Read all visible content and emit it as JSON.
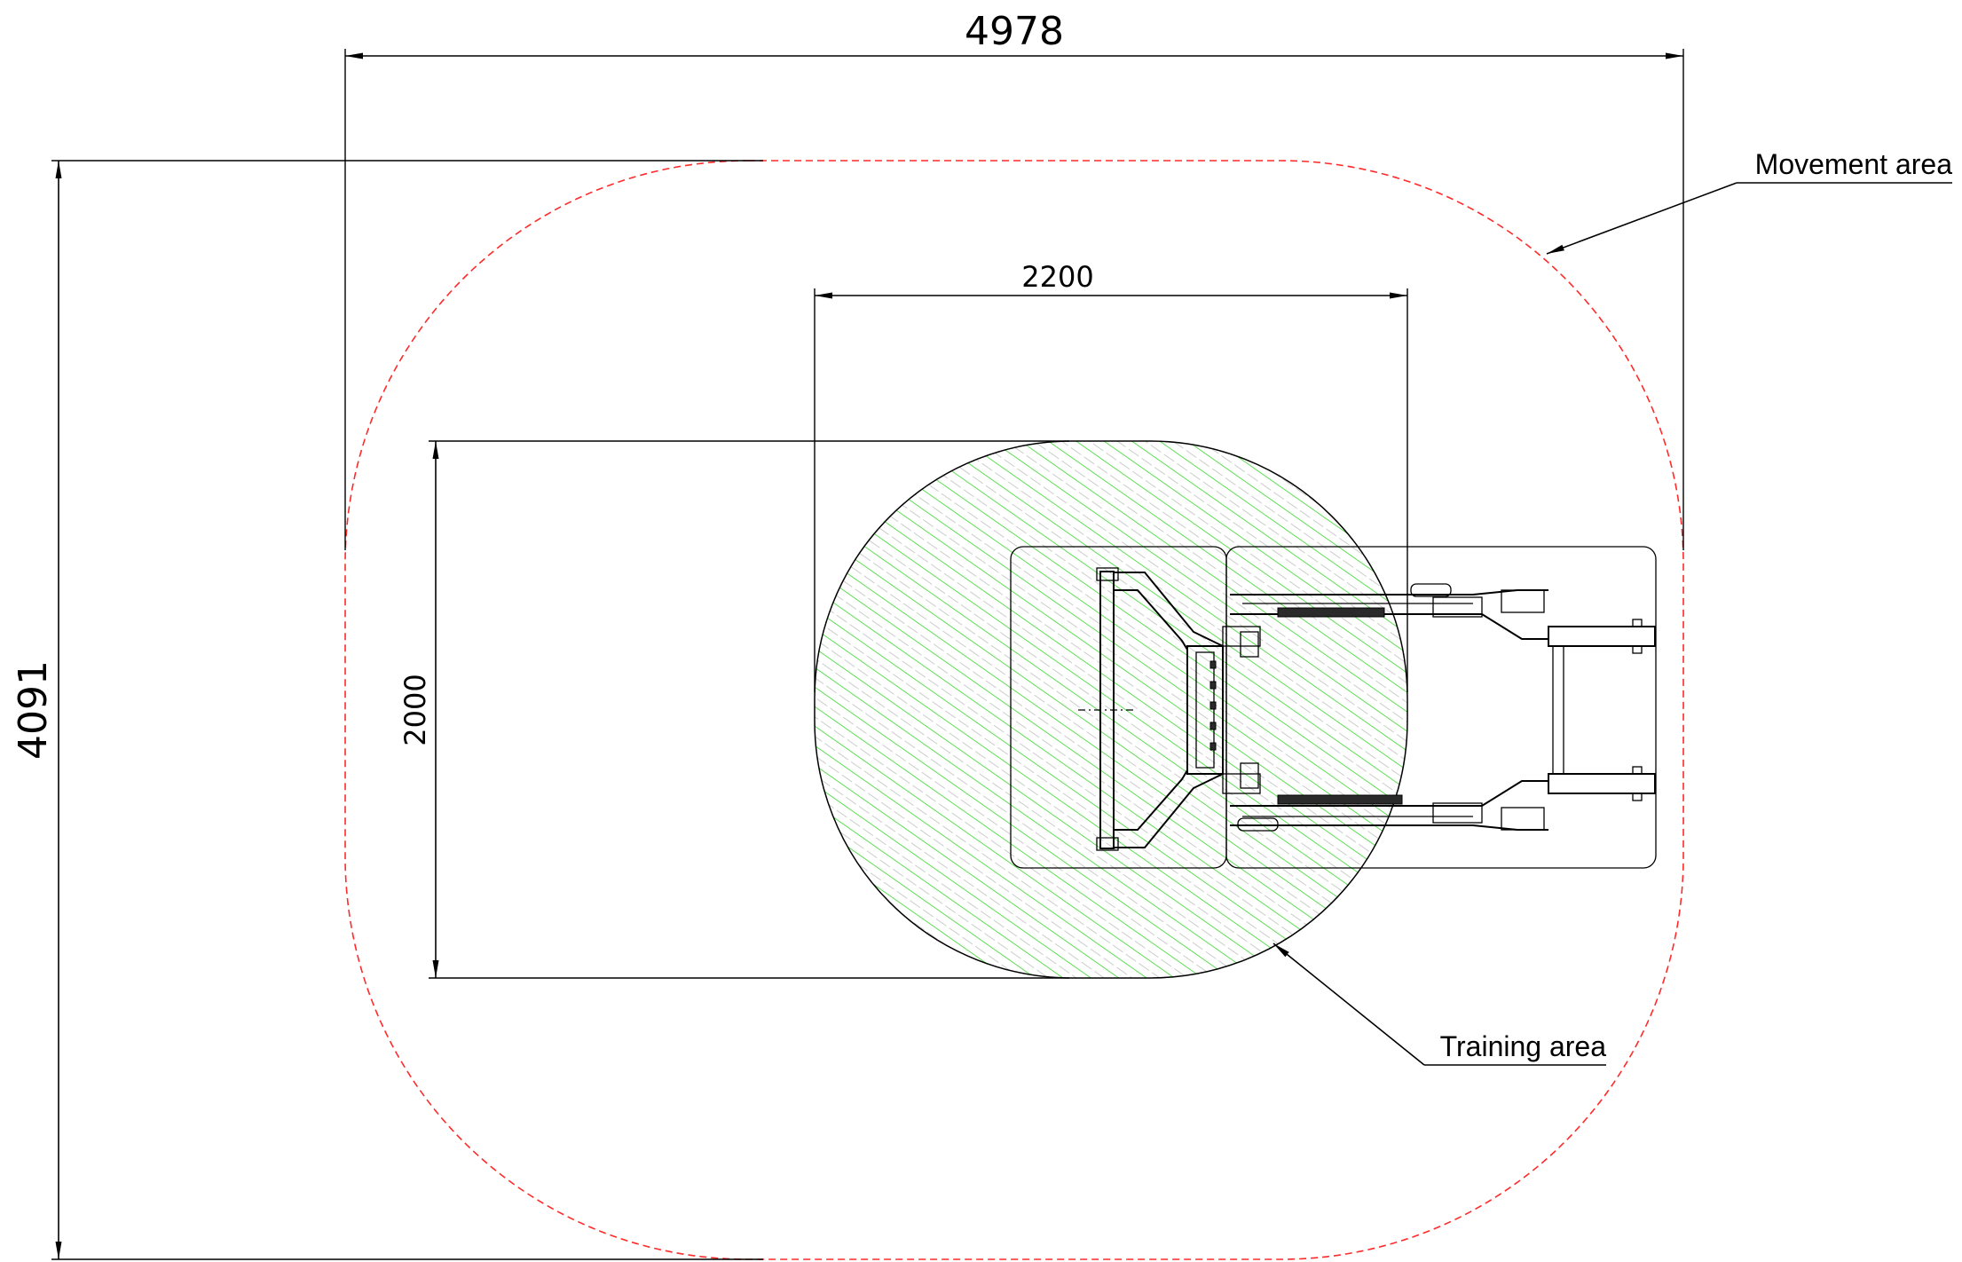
{
  "dimensions": {
    "overall_width": "4978",
    "overall_depth": "4091",
    "training_width": "2200",
    "training_depth": "2000"
  },
  "callouts": {
    "movement_area": "Movement area",
    "training_area": "Training area"
  },
  "colors": {
    "movement_boundary": "#ff2a2a",
    "training_hatch": "#36d62a",
    "line": "#000000"
  }
}
